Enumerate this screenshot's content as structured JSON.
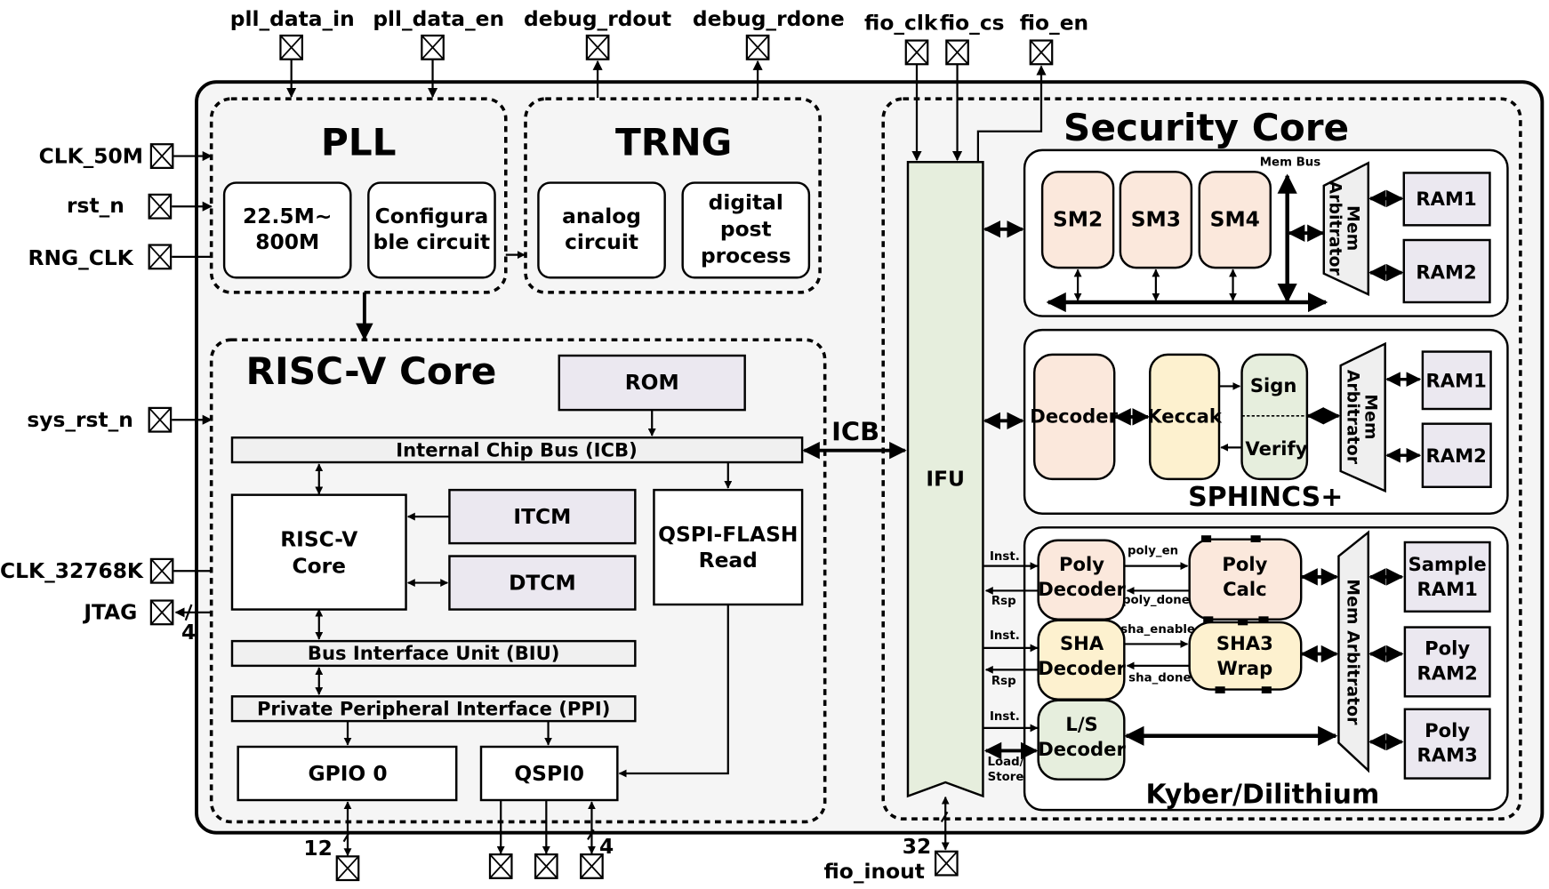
{
  "colors": {
    "outer_bg": "#f5f5f5",
    "white": "#ffffff",
    "memory_fill": "#ebe8f0",
    "bus_fill": "#f0f0f0",
    "ifu_fill": "#e6eedd",
    "sm_fill": "#fbe8dc",
    "keccak_fill": "#fdf1cf",
    "sign_fill": "#e6eedd",
    "arbiter_fill": "#efefef"
  },
  "pins": {
    "top": [
      {
        "label": "pll_data_in",
        "dir": "in"
      },
      {
        "label": "pll_data_en",
        "dir": "in"
      },
      {
        "label": "debug_rdout",
        "dir": "out"
      },
      {
        "label": "debug_rdone",
        "dir": "out"
      },
      {
        "label": "fio_clk",
        "dir": "in"
      },
      {
        "label": "fio_cs",
        "dir": "in"
      },
      {
        "label": "fio_en",
        "dir": "out"
      }
    ],
    "left": [
      {
        "label": "CLK_50M"
      },
      {
        "label": "rst_n"
      },
      {
        "label": "RNG_CLK"
      },
      {
        "label": "sys_rst_n"
      },
      {
        "label": "CLK_32768K"
      },
      {
        "label": "JTAG",
        "width": "4"
      }
    ],
    "bottom": [
      {
        "label": "",
        "width": "12"
      },
      {
        "label": ""
      },
      {
        "label": ""
      },
      {
        "label": "",
        "width": "4"
      },
      {
        "label": "fio_inout",
        "width": "32"
      }
    ]
  },
  "pll": {
    "title": "PLL",
    "freq_line1": "22.5M~",
    "freq_line2": "800M",
    "config_line1": "Configura",
    "config_line2": "ble circuit"
  },
  "trng": {
    "title": "TRNG",
    "analog_line1": "analog",
    "analog_line2": "circuit",
    "digital_line1": "digital",
    "digital_line2": "post",
    "digital_line3": "process"
  },
  "riscv": {
    "title": "RISC-V Core",
    "rom": "ROM",
    "icb_bus": "Internal Chip Bus (ICB)",
    "core_line1": "RISC-V",
    "core_line2": "Core",
    "itcm": "ITCM",
    "dtcm": "DTCM",
    "qspi_flash_line1": "QSPI-FLASH",
    "qspi_flash_line2": "Read",
    "biu": "Bus Interface Unit (BIU)",
    "ppi": "Private Peripheral Interface (PPI)",
    "gpio": "GPIO 0",
    "qspi0": "QSPI0"
  },
  "icb_link": "ICB",
  "security": {
    "title": "Security Core",
    "ifu": "IFU",
    "sm_group": {
      "blocks": [
        "SM2",
        "SM3",
        "SM4"
      ],
      "mem_bus": "Mem Bus",
      "arbiter_line1": "Mem",
      "arbiter_line2": "Arbitrator",
      "rams": [
        "RAM1",
        "RAM2"
      ]
    },
    "sphincs": {
      "title": "SPHINCS+",
      "decoder": "Decoder",
      "keccak": "Keccak",
      "sign": "Sign",
      "verify": "Verify",
      "arbiter_line1": "Mem",
      "arbiter_line2": "Arbitrator",
      "rams": [
        "RAM1",
        "RAM2"
      ]
    },
    "kyber": {
      "title": "Kyber/Dilithium",
      "poly_decoder_line1": "Poly",
      "poly_decoder_line2": "Decoder",
      "poly_calc_line1": "Poly",
      "poly_calc_line2": "Calc",
      "sha_decoder_line1": "SHA",
      "sha_decoder_line2": "Decoder",
      "sha3_line1": "SHA3",
      "sha3_line2": "Wrap",
      "ls_decoder_line1": "L/S",
      "ls_decoder_line2": "Decoder",
      "arbiter": "Mem Arbitrator",
      "signals": {
        "inst": "Inst.",
        "rsp": "Rsp",
        "poly_en": "poly_en",
        "poly_done": "poly_done",
        "sha_enable": "sha_enable",
        "sha_done": "sha_done",
        "load": "Load/",
        "store": "Store"
      },
      "rams": [
        {
          "line1": "Sample",
          "line2": "RAM1"
        },
        {
          "line1": "Poly",
          "line2": "RAM2"
        },
        {
          "line1": "Poly",
          "line2": "RAM3"
        }
      ]
    }
  }
}
